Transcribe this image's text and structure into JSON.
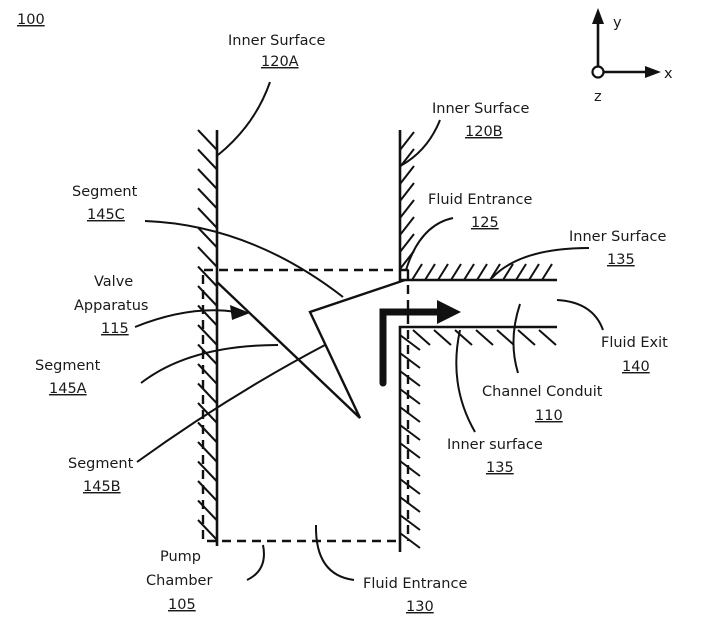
{
  "figure": {
    "number": "100",
    "axes": {
      "y_label": "y",
      "x_label": "x",
      "z_label": "z"
    },
    "labels": [
      {
        "id": "inner-surface-120a",
        "text": "Inner Surface",
        "ref": "120A"
      },
      {
        "id": "inner-surface-120b",
        "text": "Inner Surface",
        "ref": "120B"
      },
      {
        "id": "segment-145c",
        "text": "Segment",
        "ref": "145C"
      },
      {
        "id": "fluid-entrance-125",
        "text": "Fluid Entrance",
        "ref": "125"
      },
      {
        "id": "inner-surface-135-top",
        "text": "Inner Surface",
        "ref": "135"
      },
      {
        "id": "valve-apparatus-115",
        "text_lines": [
          "Valve",
          "Apparatus"
        ],
        "ref": "115"
      },
      {
        "id": "segment-145a",
        "text": "Segment",
        "ref": "145A"
      },
      {
        "id": "fluid-exit-140",
        "text": "Fluid Exit",
        "ref": "140"
      },
      {
        "id": "channel-conduit-110",
        "text": "Channel Conduit",
        "ref": "110"
      },
      {
        "id": "inner-surface-135-bottom",
        "text": "Inner surface",
        "ref": "135"
      },
      {
        "id": "segment-145b",
        "text": "Segment",
        "ref": "145B"
      },
      {
        "id": "pump-chamber-105",
        "text_lines": [
          "Pump",
          "Chamber"
        ],
        "ref": "105"
      },
      {
        "id": "fluid-entrance-130",
        "text": "Fluid Entrance",
        "ref": "130"
      }
    ]
  }
}
